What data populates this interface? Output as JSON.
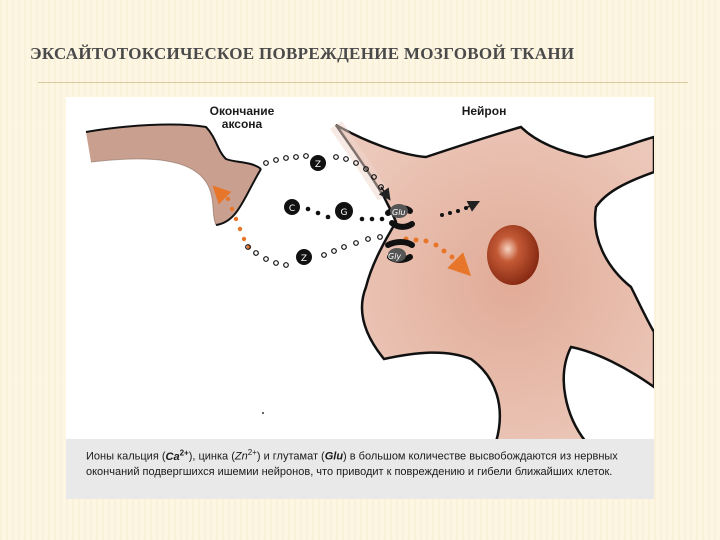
{
  "slide": {
    "title": "ЭКСАЙТОТОКСИЧЕСКОЕ ПОВРЕЖДЕНИЕ МОЗГОВОЙ ТКАНИ"
  },
  "diagram": {
    "label_axon_terminal": "Окончание аксона",
    "label_neuron": "Нейрон",
    "receptor_top": "Glu",
    "receptor_bottom": "Gly",
    "colors": {
      "neuron_fill": "#e4b4a2",
      "nucleus": "#b24a2a",
      "outline": "#111111",
      "orange_flow": "#e8762a"
    }
  },
  "caption": {
    "p1": "Ионы кальция (",
    "ca": "Ca",
    "ca_charge": "2+",
    "p2": "), цинка (",
    "zn": "Zn",
    "zn_charge": "2+",
    "p3": ") и глутамат (",
    "glu": "Glu",
    "p4": ") в большом количестве высвобождаются из нервных окончаний подвергшихся ишемии нейронов, что приводит к повреждению и гибели ближайших клеток."
  }
}
